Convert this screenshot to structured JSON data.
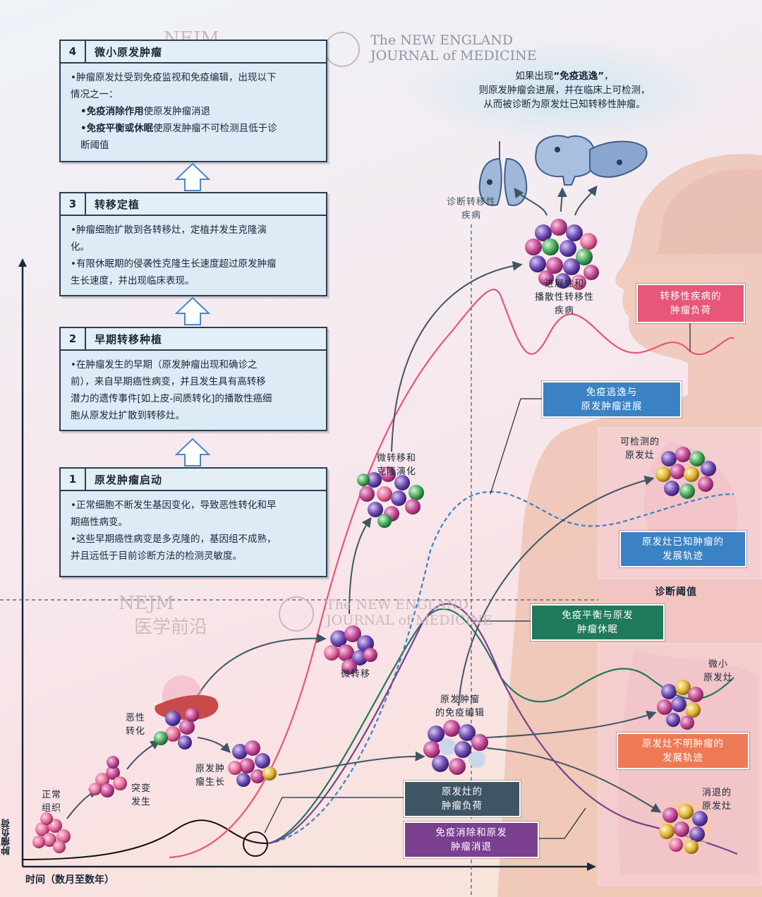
{
  "watermark": {
    "nejm": "NEJM",
    "cn": "医学前沿",
    "journal_line1": "The NEW ENGLAND",
    "journal_line2": "JOURNAL of MEDICINE"
  },
  "note": {
    "line1_a": "如果出现",
    "line1_b": "“免疫逃逸”",
    "line1_c": "，",
    "line2": "则原发肿瘤会进展，并在临床上可检测，",
    "line3": "从而被诊断为原发灶已知转移性肿瘤。"
  },
  "steps": [
    {
      "num": "4",
      "title": "微小原发肿瘤",
      "lines": [
        "•肿瘤原发灶受到免疫监视和免疫编辑，出现以下",
        "情况之一："
      ],
      "subs": [
        {
          "bold": "•免疫消除作用",
          "rest": "使原发肿瘤消退"
        },
        {
          "bold": "•免疫平衡或休眠",
          "rest": "使原发肿瘤不可检测且低于诊",
          "cont": "断阈值"
        }
      ]
    },
    {
      "num": "3",
      "title": "转移定植",
      "lines": [
        "•肿瘤细胞扩散到各转移灶，定植并发生克隆演",
        "化。",
        "•有限休眠期的侵袭性克隆生长速度超过原发肿瘤",
        "生长速度，并出现临床表现。"
      ]
    },
    {
      "num": "2",
      "title": "早期转移种植",
      "lines": [
        "•在肿瘤发生的早期（原发肿瘤出现和确诊之",
        "前），来自早期癌性病变，并且发生具有高转移",
        "潜力的遗传事件[如上皮-间质转化]的播散性癌细",
        "胞从原发灶扩散到转移灶。"
      ]
    },
    {
      "num": "1",
      "title": "原发肿瘤启动",
      "lines": [
        "•正常细胞不断发生基因变化，导致恶性转化和早",
        "期癌性病变。",
        "•这些早期癌性病变是多克隆的，基因组不成熟，",
        "并且远低于目前诊断方法的检测灵敏度。"
      ]
    }
  ],
  "axis": {
    "y_label": "肿瘤负荷",
    "x_label": "时间（数月至数年）",
    "threshold_label": "诊断阈值",
    "diagnosis_line_label": [
      "诊断转移性",
      "疾病"
    ]
  },
  "labels": {
    "normal": [
      "正常",
      "组织"
    ],
    "mutation": [
      "突变",
      "发生"
    ],
    "malignant": [
      "恶性",
      "转化"
    ],
    "primary_growth": [
      "原发肿",
      "瘤生长"
    ],
    "micromet": [
      "微转移"
    ],
    "micromet_clonal": [
      "微转移和",
      "克隆演化"
    ],
    "progressive": [
      "进展性和",
      "播散性转移性",
      "疾病"
    ],
    "immunoediting": [
      "原发肿瘤",
      "的免疫编辑"
    ],
    "detectable": [
      "可检测的",
      "原发灶"
    ],
    "micro_primary": [
      "微小",
      "原发灶"
    ],
    "regressed": [
      "消退的",
      "原发灶"
    ]
  },
  "tags": {
    "metastatic_burden": [
      "转移性疾病的",
      "肿瘤负荷"
    ],
    "escape": [
      "免疫逃逸与",
      "原发肿瘤进展"
    ],
    "known_primary": [
      "原发灶已知肿瘤的",
      "发展轨迹"
    ],
    "equilibrium": [
      "免疫平衡与原发",
      "肿瘤休眠"
    ],
    "unknown_primary": [
      "原发灶不明肿瘤的",
      "发展轨迹"
    ],
    "primary_burden": [
      "原发灶的",
      "肿瘤负荷"
    ],
    "elimination": [
      "免疫消除和原发",
      "肿瘤消退"
    ]
  },
  "colors": {
    "box_border": "#2a3e52",
    "metastatic": "#e8567a",
    "escape": "#3a82c4",
    "equilibrium": "#1f7a5c",
    "unknown": "#ee7a55",
    "primary_burden": "#405564",
    "elimination": "#7a3f8f"
  }
}
